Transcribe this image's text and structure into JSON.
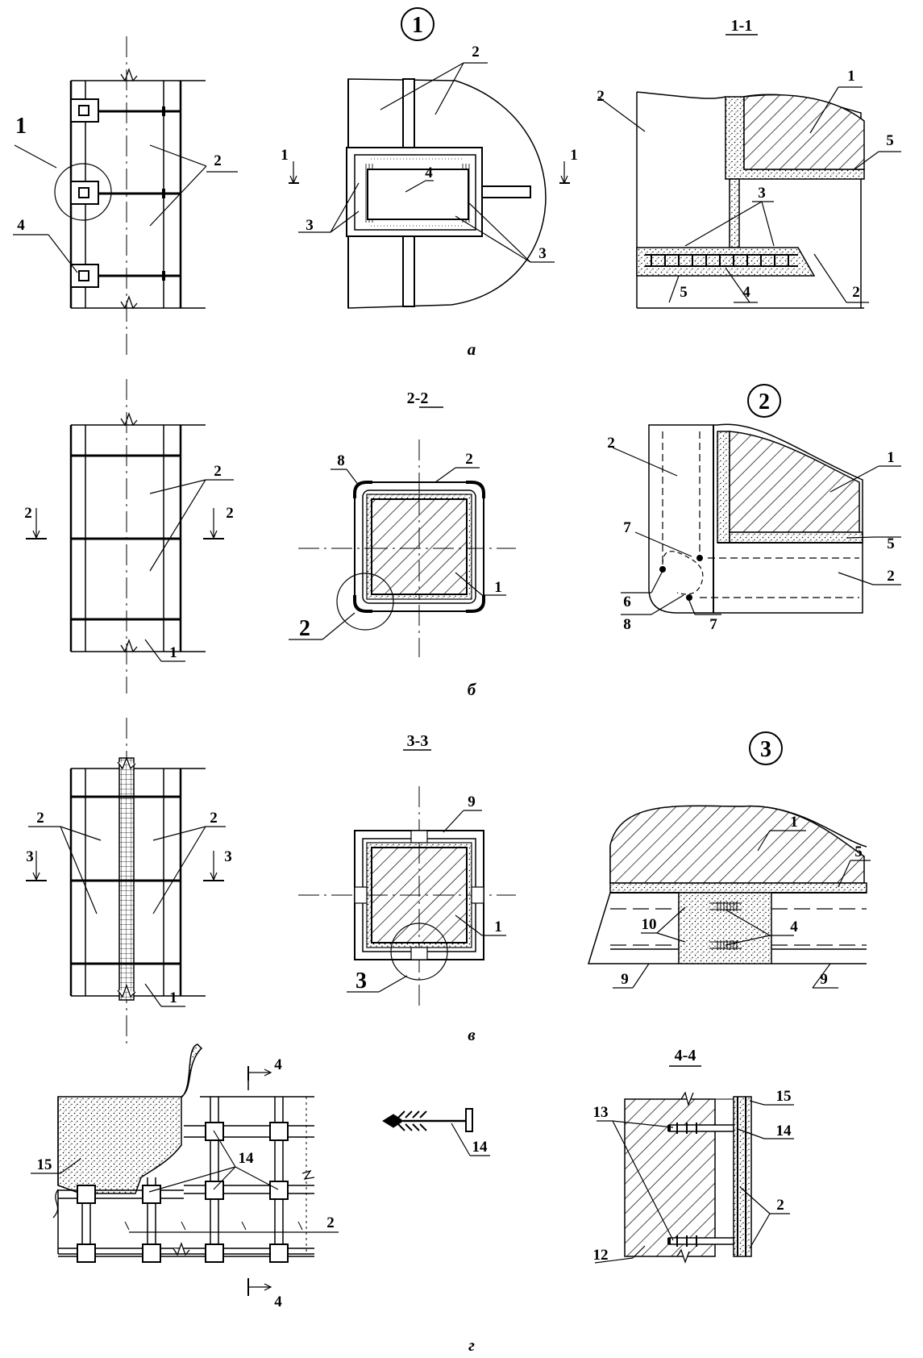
{
  "titles": {
    "view1": "1",
    "sec11": "1-1",
    "sec22": "2-2",
    "view2": "2",
    "sec33": "3-3",
    "view3": "3",
    "sec44": "4-4"
  },
  "captions": {
    "a": "а",
    "b": "б",
    "v": "в",
    "g": "г"
  },
  "cut": {
    "s1": "1",
    "s2": "2",
    "s3": "3",
    "s4": "4"
  },
  "callouts": {
    "c1": "1",
    "c2": "2",
    "c3": "3"
  },
  "n": {
    "n1": "1",
    "n2": "2",
    "n3": "3",
    "n4": "4",
    "n5": "5",
    "n6": "6",
    "n7": "7",
    "n8": "8",
    "n9": "9",
    "n10": "10",
    "n12": "12",
    "n13": "13",
    "n14": "14",
    "n15": "15"
  },
  "colors": {
    "ink": "#000000",
    "paper": "#ffffff"
  }
}
